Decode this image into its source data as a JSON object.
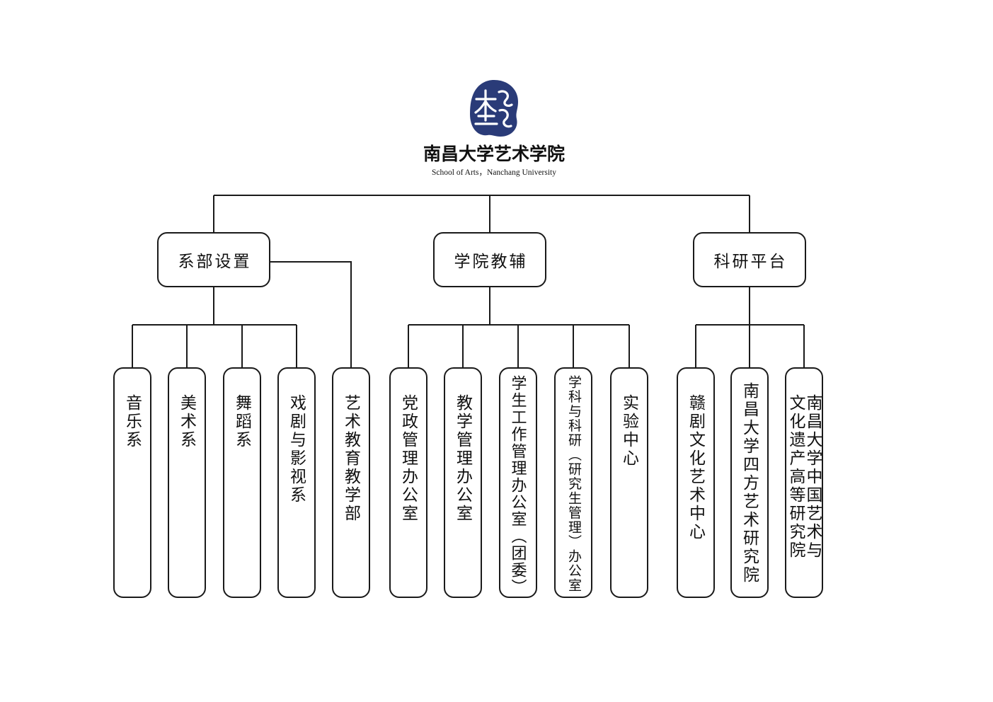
{
  "logo": {
    "icon": "seal-logo-icon",
    "name_cn": "南昌大学艺术学院",
    "name_en": "School of Arts，Nanchang University"
  },
  "colors": {
    "brand": "#2a3b78",
    "line": "#1a1a1a"
  },
  "org": {
    "groups": [
      {
        "label": "系部设置",
        "units": [
          "音乐系",
          "美术系",
          "舞蹈系",
          "戏剧与影视系",
          "艺术教育教学部"
        ]
      },
      {
        "label": "学院教辅",
        "units": [
          "党政管理办公室",
          "教学管理办公室",
          "学生工作管理办公室（团委）",
          "学科与科研（研究生管理）办公室",
          "实验中心"
        ]
      },
      {
        "label": "科研平台",
        "units": [
          "赣剧文化艺术中心",
          "南昌大学四方艺术研究院",
          "南昌大学中国艺术与文化遗产高等研究院"
        ]
      }
    ]
  }
}
